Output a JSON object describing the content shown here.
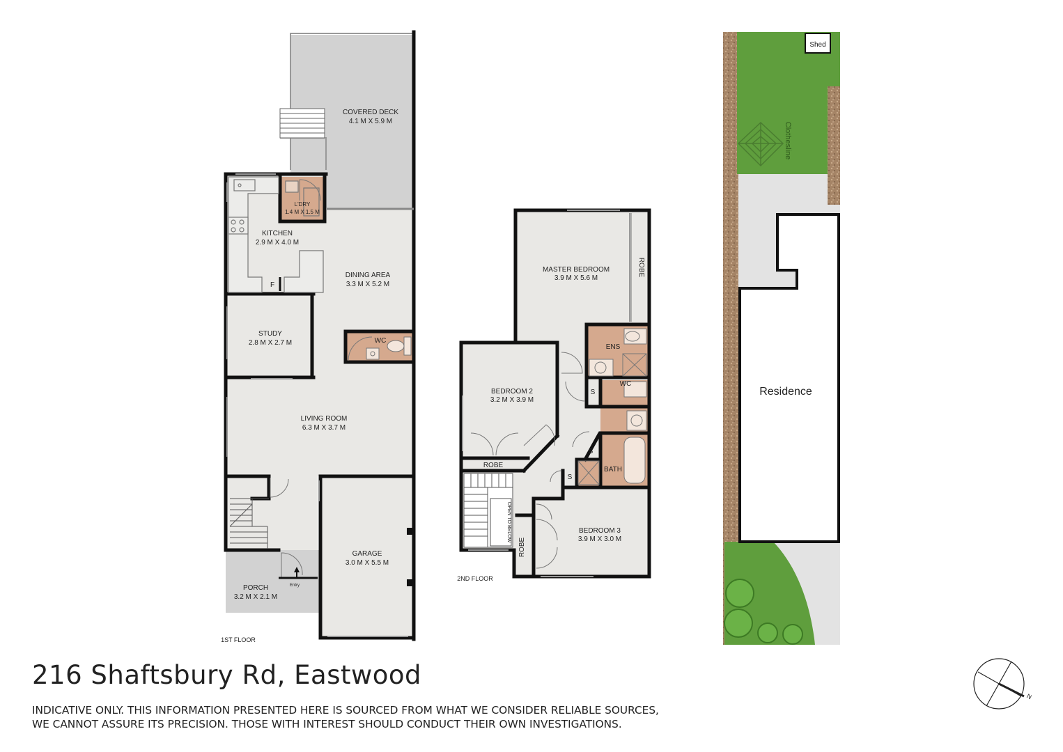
{
  "title": "216 Shaftsbury Rd, Eastwood",
  "disclaimer": {
    "line1": "INDICATIVE ONLY. THIS INFORMATION PRESENTED HERE IS SOURCED FROM WHAT WE CONSIDER RELIABLE SOURCES,",
    "line2": "WE CANNOT ASSURE ITS PRECISION. THOSE WITH INTEREST SHOULD CONDUCT THEIR OWN INVESTIGATIONS."
  },
  "floors": {
    "first": "1ST FLOOR",
    "second": "2ND FLOOR"
  },
  "rooms": {
    "covered_deck": {
      "name": "COVERED DECK",
      "size": "4.1 M X 5.9 M"
    },
    "laundry": {
      "name": "L'DRY",
      "size": "1.4 M X 1.5 M"
    },
    "kitchen": {
      "name": "KITCHEN",
      "size": "2.9 M X 4.0 M"
    },
    "fridge": "F",
    "dining": {
      "name": "DINING AREA",
      "size": "3.3 M X 5.2 M"
    },
    "study": {
      "name": "STUDY",
      "size": "2.8 M X 2.7 M"
    },
    "wc1": "WC",
    "living": {
      "name": "LIVING ROOM",
      "size": "6.3 M X 3.7 M"
    },
    "garage": {
      "name": "GARAGE",
      "size": "3.0 M X 5.5 M"
    },
    "porch": {
      "name": "PORCH",
      "size": "3.2 M X 2.1 M"
    },
    "entry": "Entry",
    "master": {
      "name": "MASTER BEDROOM",
      "size": "3.9 M X 5.6 M"
    },
    "robe_master": "ROBE",
    "ens": "ENS",
    "wc2": "WC",
    "storage": "S",
    "bedroom2": {
      "name": "BEDROOM 2",
      "size": "3.2 M X 3.9 M"
    },
    "robe_b2": "ROBE",
    "bath": "BATH",
    "bedroom3": {
      "name": "BEDROOM 3",
      "size": "3.9 M X 3.0 M"
    },
    "robe_b3": "ROBE",
    "open_below": "OPEN TO BELOW"
  },
  "site": {
    "shed": "Shed",
    "clothesline": "Clothesline",
    "residence": "Residence"
  },
  "compass": "N",
  "colors": {
    "wall": "#111111",
    "room": "#e9e8e5",
    "wet": "#d5a98e",
    "deck": "#d2d2d2",
    "lawn": "#5f9e3d",
    "paving": "#e3e3e3",
    "garden_bed": "#a98a6c"
  }
}
